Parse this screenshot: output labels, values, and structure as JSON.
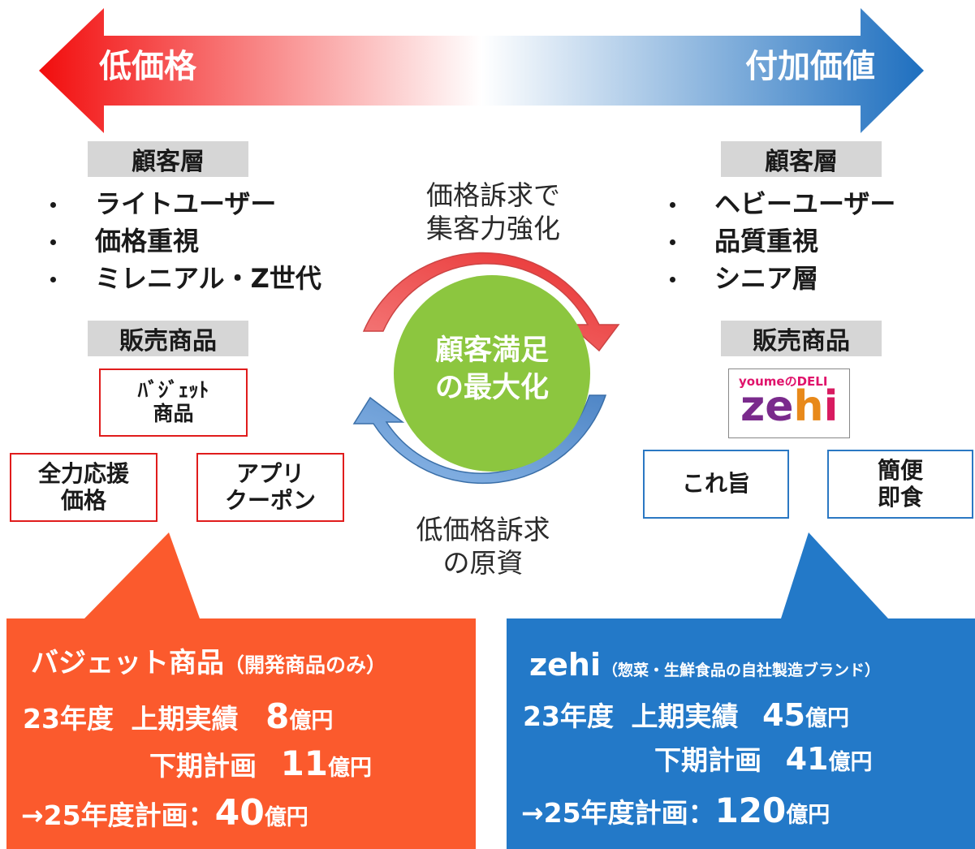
{
  "header": {
    "left_label": "低価格",
    "right_label": "付加価値"
  },
  "left": {
    "customer_header": "顧客層",
    "customers": [
      "ライトユーザー",
      "価格重視",
      "ミレニアル・Z世代"
    ],
    "products_header": "販売商品",
    "budget_box": [
      "ﾊﾞｼﾞｪｯﾄ",
      "商品"
    ],
    "box_1": [
      "全力応援",
      "価格"
    ],
    "box_2": [
      "アプリ",
      "クーポン"
    ]
  },
  "center": {
    "top_text": [
      "価格訴求で",
      "集客力強化"
    ],
    "circle_text": [
      "顧客満足",
      "の最大化"
    ],
    "bottom_text": [
      "低価格訴求",
      "の原資"
    ]
  },
  "right": {
    "customer_header": "顧客層",
    "customers": [
      "ヘビーユーザー",
      "品質重視",
      "シニア層"
    ],
    "products_header": "販売商品",
    "logo": {
      "top": "youmeのDELI",
      "z": "ze",
      "h": "h",
      "i": "i"
    },
    "box_1": "これ旨",
    "box_2": [
      "簡便",
      "即食"
    ]
  },
  "bubble_left": {
    "title": "バジェット商品",
    "subtitle": "（開発商品のみ）",
    "year": "23年度",
    "h1_label": "上期実績",
    "h1_value": "8",
    "h1_unit": "億円",
    "h2_label": "下期計画",
    "h2_value": "11",
    "h2_unit": "億円",
    "plan_label": "→25年度計画：",
    "plan_value": "40",
    "plan_unit": "億円"
  },
  "bubble_right": {
    "title": "zehi",
    "subtitle": "（惣菜・生鮮食品の自社製造ブランド）",
    "year": "23年度",
    "h1_label": "上期実績",
    "h1_value": "45",
    "h1_unit": "億円",
    "h2_label": "下期計画",
    "h2_value": "41",
    "h2_unit": "億円",
    "plan_label": "→25年度計画：",
    "plan_value": "120",
    "plan_unit": "億円"
  },
  "colors": {
    "red_arrow": "#f20d0d",
    "blue_arrow": "#1e6fbf",
    "left_bubble": "#fb5a2d",
    "right_bubble": "#2379c8",
    "circle": "#8cc63f",
    "zehi_purple": "#7a2a8c"
  }
}
